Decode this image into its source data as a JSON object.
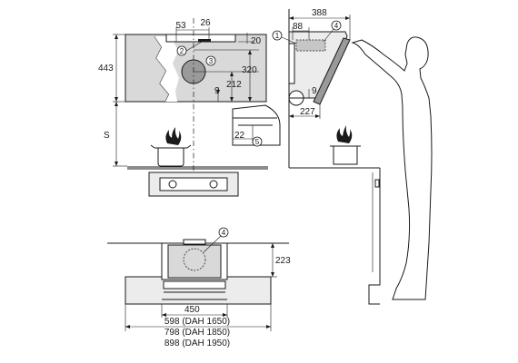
{
  "front_view": {
    "dim_53": "53",
    "dim_26": "26",
    "dim_20": "20",
    "dim_443": "443",
    "dim_320": "320",
    "dim_212": "212",
    "dim_9": "9",
    "dim_S": "S"
  },
  "side_view": {
    "dim_388": "388",
    "dim_88": "88",
    "dim_9": "9",
    "dim_227": "227",
    "dim_22": "22"
  },
  "plan_view": {
    "dim_223": "223",
    "dim_450": "450",
    "width_options": [
      "598 (DAH 1650)",
      "798 (DAH 1850)",
      "898 (DAH 1950)"
    ]
  },
  "callouts": {
    "c1": "1",
    "c2": "2",
    "c3": "3",
    "c4": "4",
    "c5": "5"
  },
  "colors": {
    "line": "#1a1a1a",
    "panel_gray": "#d9d9d9",
    "light_gray": "#ececec",
    "dark_gray": "#9a9a9a"
  }
}
